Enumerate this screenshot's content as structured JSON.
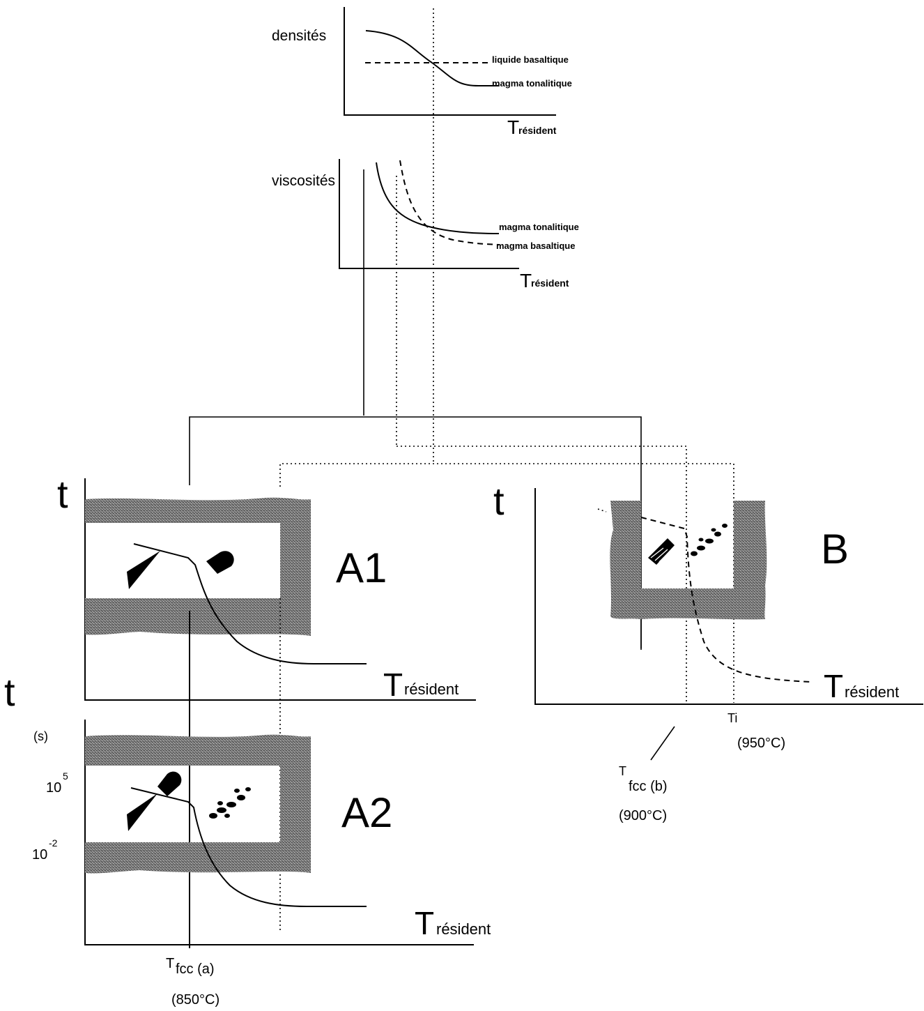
{
  "top_chart_densities": {
    "ylabel": "densités",
    "series": [
      "liquide basaltique",
      "magma tonalitique"
    ],
    "xlabel_T": "T",
    "xlabel_sub": "résident"
  },
  "top_chart_viscosities": {
    "ylabel": "viscosités",
    "series": [
      "magma tonalitique",
      "magma basaltique"
    ],
    "xlabel_T": "T",
    "xlabel_sub": "résident"
  },
  "panel_a1": {
    "label": "A1",
    "yaxis": "t",
    "xlabel_T": "T",
    "xlabel_sub": "résident"
  },
  "panel_a2": {
    "label": "A2",
    "yaxis": "t",
    "yunit": "(s)",
    "tick_high_base": "10",
    "tick_high_exp": "5",
    "tick_low_base": "10",
    "tick_low_exp": "-2",
    "xlabel_T": "T",
    "xlabel_sub": "résident",
    "tfcc_T": "T",
    "tfcc_sub": "fcc (a)",
    "tfcc_value": "(850°C)"
  },
  "panel_b": {
    "label": "B",
    "yaxis": "t",
    "xlabel_T": "T",
    "xlabel_sub": "résident",
    "ti_label": "Ti",
    "ti_value": "(950°C)",
    "tfcc_T": "T",
    "tfcc_sub": "fcc (b)",
    "tfcc_value": "(900°C)"
  }
}
